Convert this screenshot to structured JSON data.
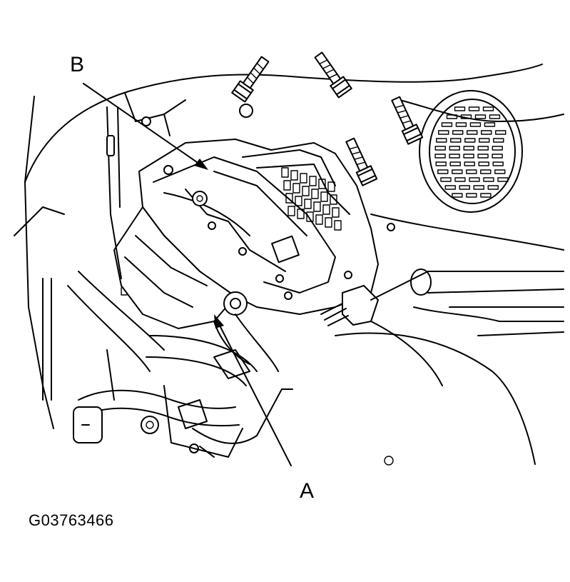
{
  "callouts": {
    "a": "A",
    "b": "B"
  },
  "figure_id": "G03763466",
  "icons": [
    "bolt-icon",
    "steering-column-assembly",
    "speaker-grille",
    "wiring-harness-connector"
  ]
}
